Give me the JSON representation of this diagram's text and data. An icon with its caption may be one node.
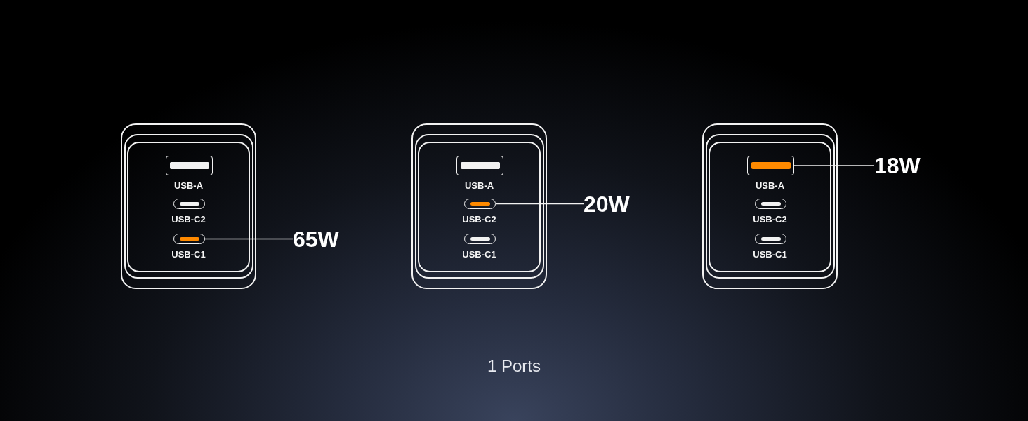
{
  "diagram": {
    "caption": "1 Ports",
    "nodes": [
      {
        "text": [],
        "shape": "box"
      },
      {
        "text": [],
        "shape": "box",
        "in": 0,
        "beside": [
          "USB-A"
        ]
      },
      {
        "text": [],
        "shape": "pill",
        "in": 0,
        "beside": [
          "USB-C2"
        ]
      },
      {
        "text": [],
        "shape": "pill",
        "in": 0,
        "beside": [
          "USB-C1"
        ]
      },
      {
        "text": [
          "65W"
        ]
      },
      {
        "text": [],
        "shape": "box"
      },
      {
        "text": [],
        "shape": "box",
        "in": 5,
        "beside": [
          "USB-A"
        ]
      },
      {
        "text": [],
        "shape": "pill",
        "in": 5,
        "beside": [
          "USB-C2"
        ]
      },
      {
        "text": [],
        "shape": "pill",
        "in": 5,
        "beside": [
          "USB-C1"
        ]
      },
      {
        "text": [
          "20W"
        ]
      },
      {
        "text": [],
        "shape": "box"
      },
      {
        "text": [],
        "shape": "box",
        "in": 10,
        "beside": [
          "USB-A"
        ]
      },
      {
        "text": [],
        "shape": "pill",
        "in": 10,
        "beside": [
          "USB-C2"
        ]
      },
      {
        "text": [],
        "shape": "pill",
        "in": 10,
        "beside": [
          "USB-C1"
        ]
      },
      {
        "text": [
          "18W"
        ]
      }
    ],
    "edges": [
      {
        "from": 4,
        "to": 3,
        "arrow": "none"
      },
      {
        "from": 9,
        "to": 7,
        "arrow": "none"
      },
      {
        "from": 14,
        "to": 11,
        "arrow": "none"
      }
    ]
  }
}
